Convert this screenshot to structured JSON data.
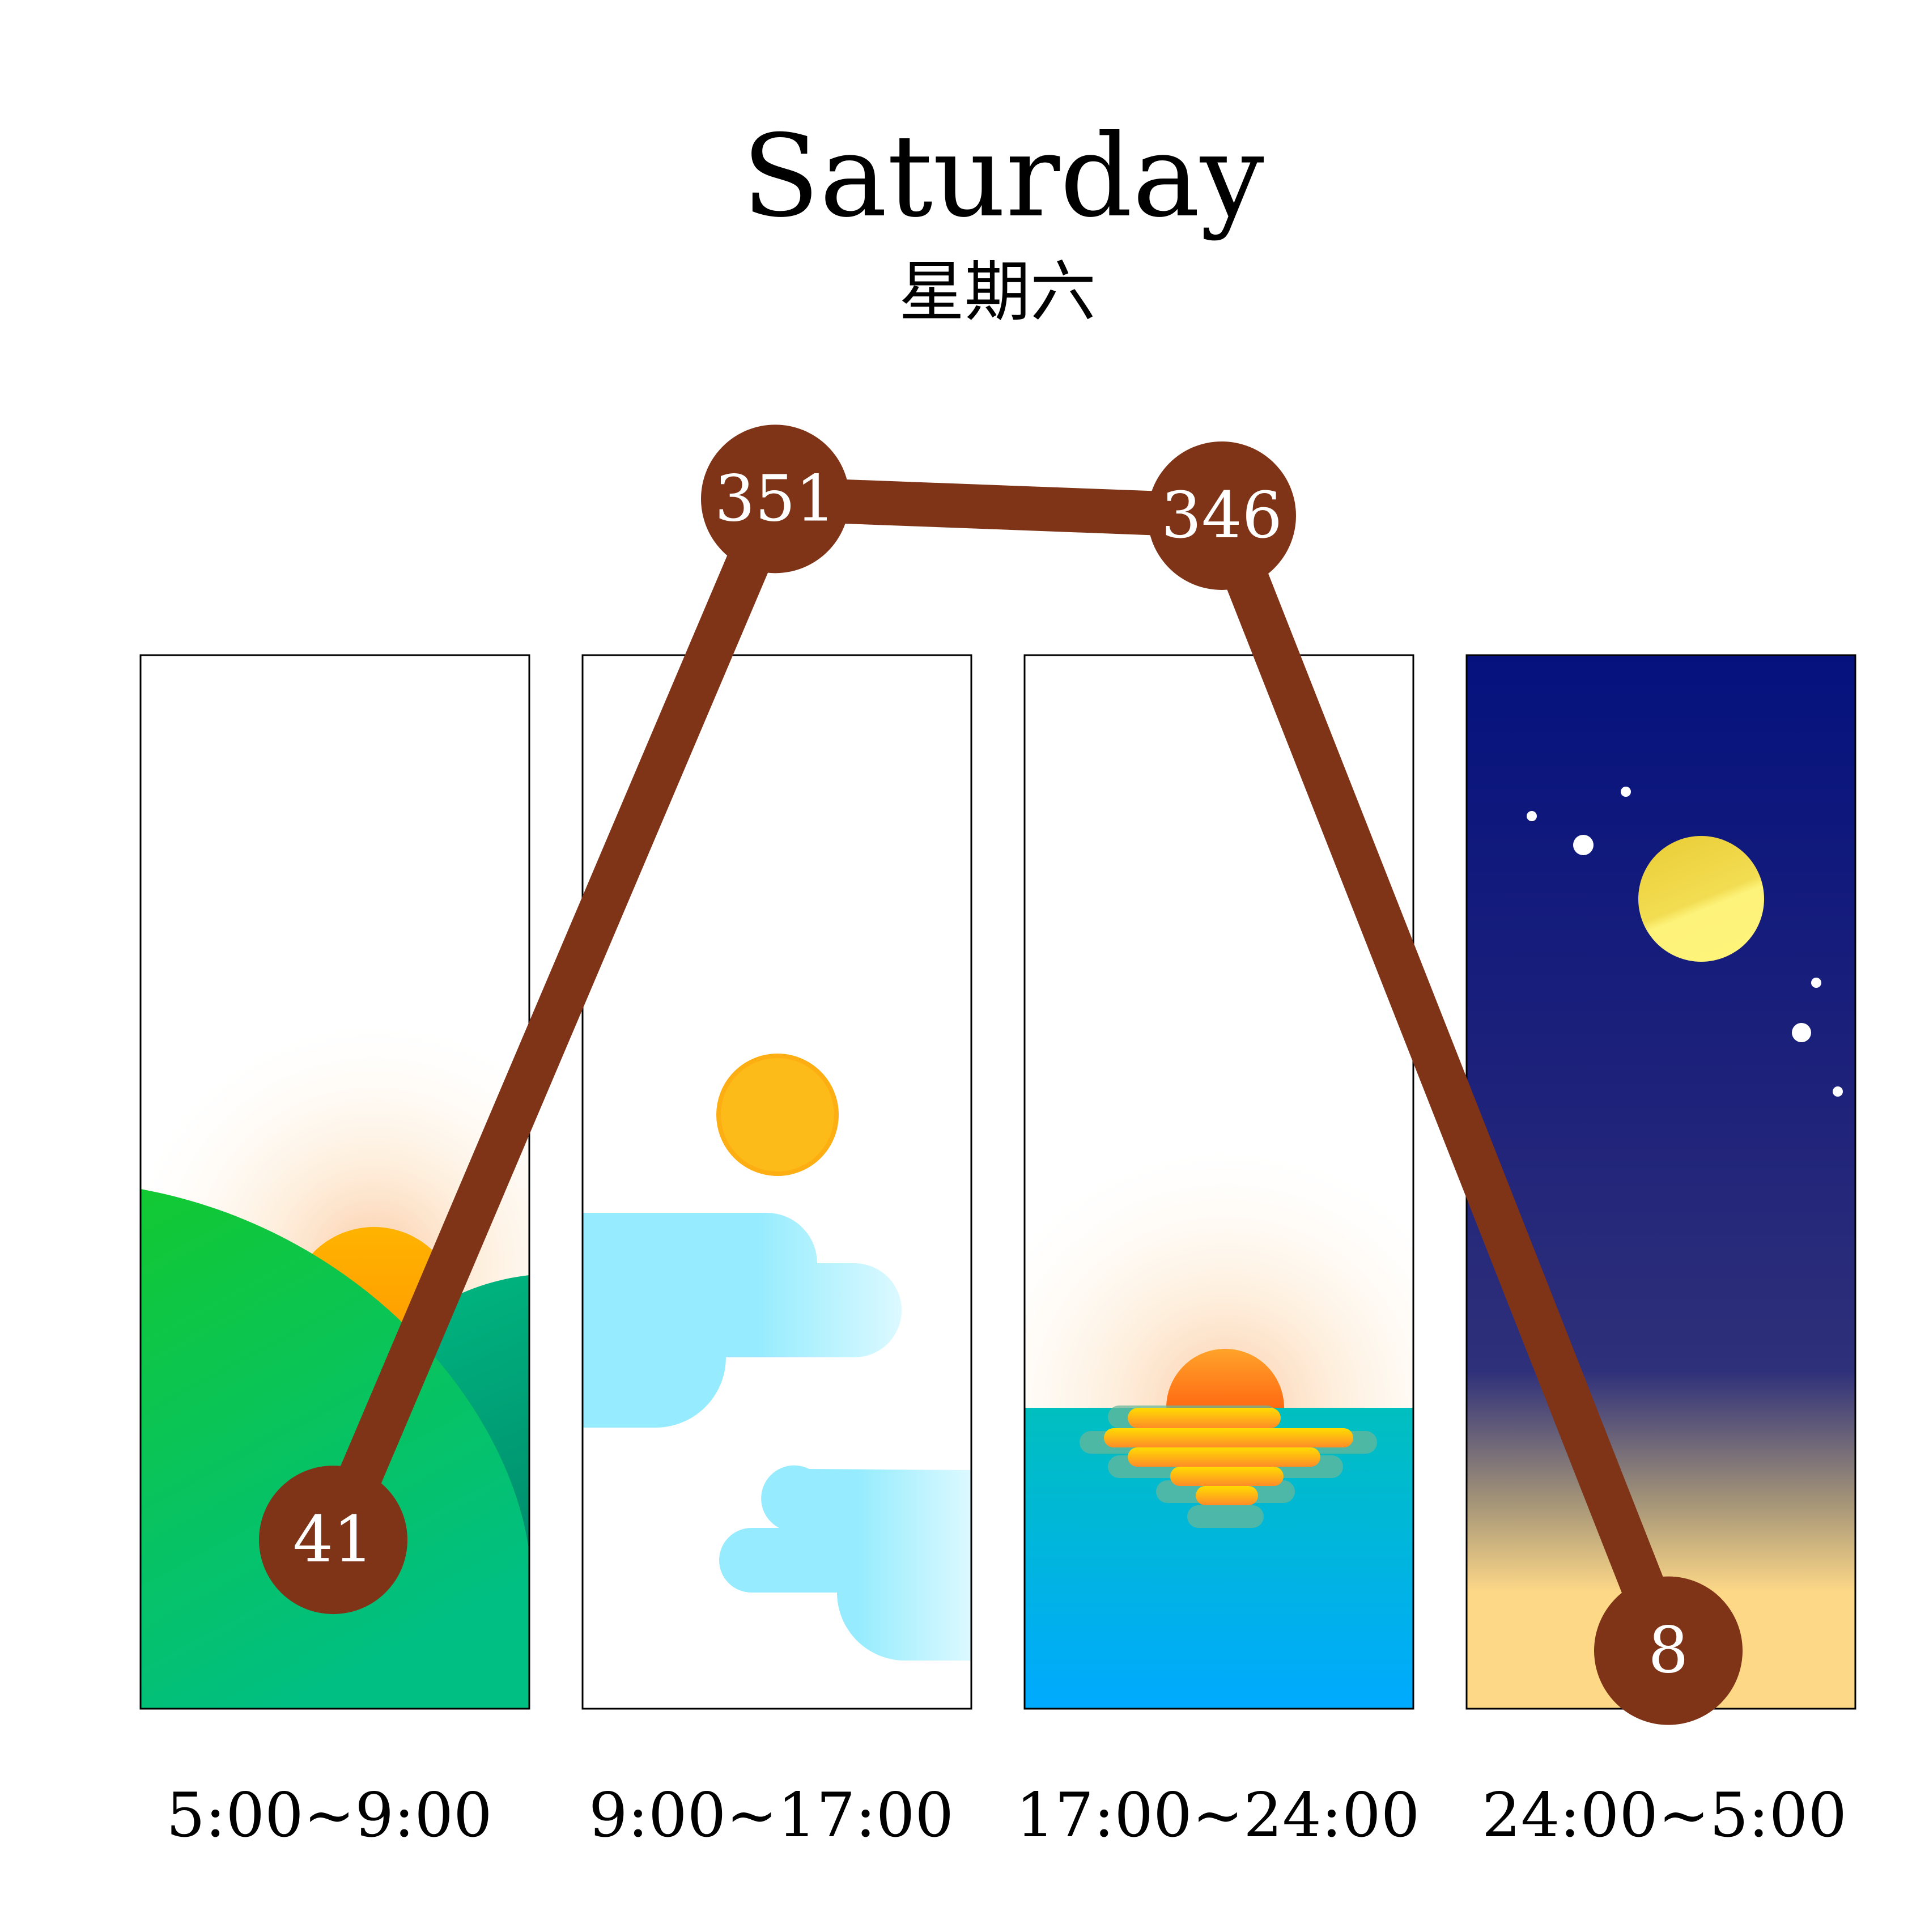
{
  "chart_data": {
    "type": "line",
    "title": "Saturday",
    "subtitle": "星期六",
    "categories": [
      "5:00~9:00",
      "9:00~17:00",
      "17:00~24:00",
      "24:00~5:00"
    ],
    "values": [
      41,
      351,
      346,
      8
    ],
    "ylim": [
      0,
      400
    ],
    "grid": false,
    "line_color": "#7f3418",
    "label_color": "#ffffff",
    "panel_themes": [
      "sunrise",
      "day",
      "sunset",
      "night"
    ]
  }
}
